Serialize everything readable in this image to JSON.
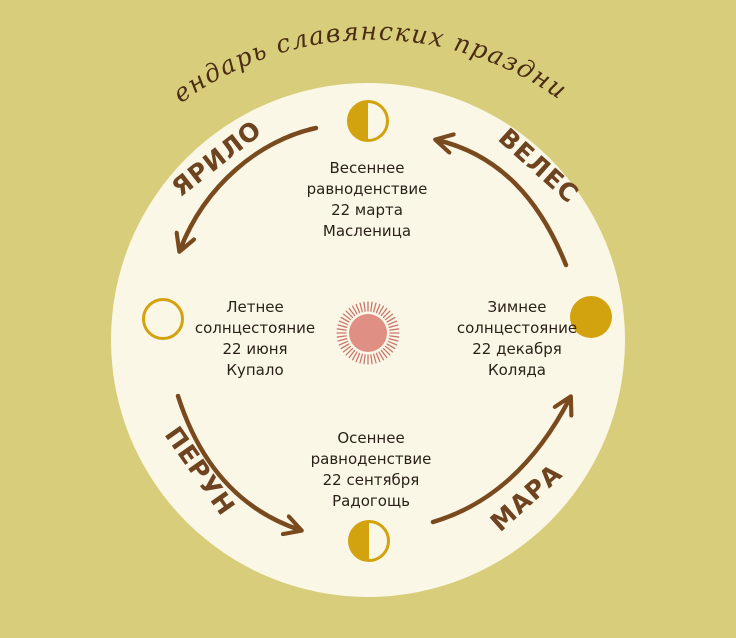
{
  "title": "календарь славянских праздников",
  "colors": {
    "background": "#d8cd7b",
    "circle": "#fbf7e7",
    "arrow": "#7a4a1f",
    "label": "#6e4420",
    "moon": "#d3a20f",
    "sun_core": "#df8f83",
    "sun_ray": "#c9786d"
  },
  "seasons": {
    "spring": {
      "line1": "Весеннее",
      "line2": "равноденствие",
      "date": "22 марта",
      "holiday": "Масленица",
      "moon_icon": "half-moon-icon"
    },
    "summer": {
      "line1": "Летнее",
      "line2": "солнцестояние",
      "date": "22 июня",
      "holiday": "Купало",
      "moon_icon": "empty-moon-icon"
    },
    "autumn": {
      "line1": "Осеннее",
      "line2": "равноденствие",
      "date": "22 сентября",
      "holiday": "Радогощь",
      "moon_icon": "half-moon-icon"
    },
    "winter": {
      "line1": "Зимнее",
      "line2": "солнцестояние",
      "date": "22 декабря",
      "holiday": "Коляда",
      "moon_icon": "full-moon-icon"
    }
  },
  "gods": {
    "yarilo": "ЯРИЛО",
    "veles": "ВЕЛЕС",
    "perun": "ПЕРУН",
    "mara": "МАРА"
  },
  "center_icon": "sun-icon"
}
